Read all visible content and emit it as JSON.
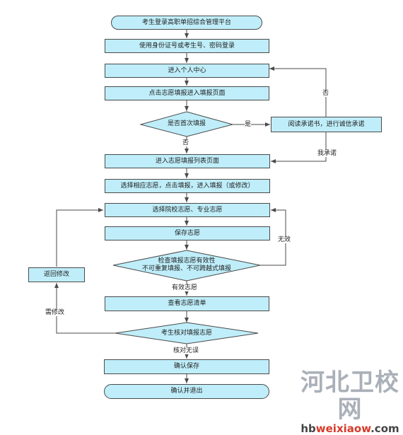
{
  "flowchart": {
    "start": "考生登录高职单招综合管理平台",
    "login": "使用身份证号或考生号、密码登录",
    "enter_center": "进入个人中心",
    "click_fill": "点击志愿填报进入填报页面",
    "first_time_q": "是否首次填报",
    "read_promise": "阅读承诺书，进行诚信承诺",
    "enter_list": "进入志愿填报列表页面",
    "select_fill": "选择相应志愿，点击填报，进入填报（或修改）",
    "select_school": "选择院校志愿、专业志愿",
    "save": "保存志愿",
    "check_line1": "检查填报志愿有效性",
    "check_line2": "不可重复填报、不可跨越式填报",
    "view_list": "查看志愿清单",
    "verify_q": "考生核对填报志愿",
    "confirm_save": "确认保存",
    "confirm_exit": "确认并退出",
    "return_modify": "返回修改"
  },
  "edge_labels": {
    "yes": "是",
    "no_first": "否",
    "no_promise": "否",
    "promised": "我承诺",
    "invalid": "无效",
    "valid": "有效志愿",
    "need_modify": "需修改",
    "verified": "核对无误"
  },
  "watermark": {
    "cn": "河北卫校网",
    "url_prefix": "hb",
    "url_mid": "weixiaow",
    "url_suffix": ".com"
  },
  "colors": {
    "box_fill": "#bfeefa",
    "stroke": "#4a4a4a",
    "url_highlight": "#d83a2a"
  }
}
